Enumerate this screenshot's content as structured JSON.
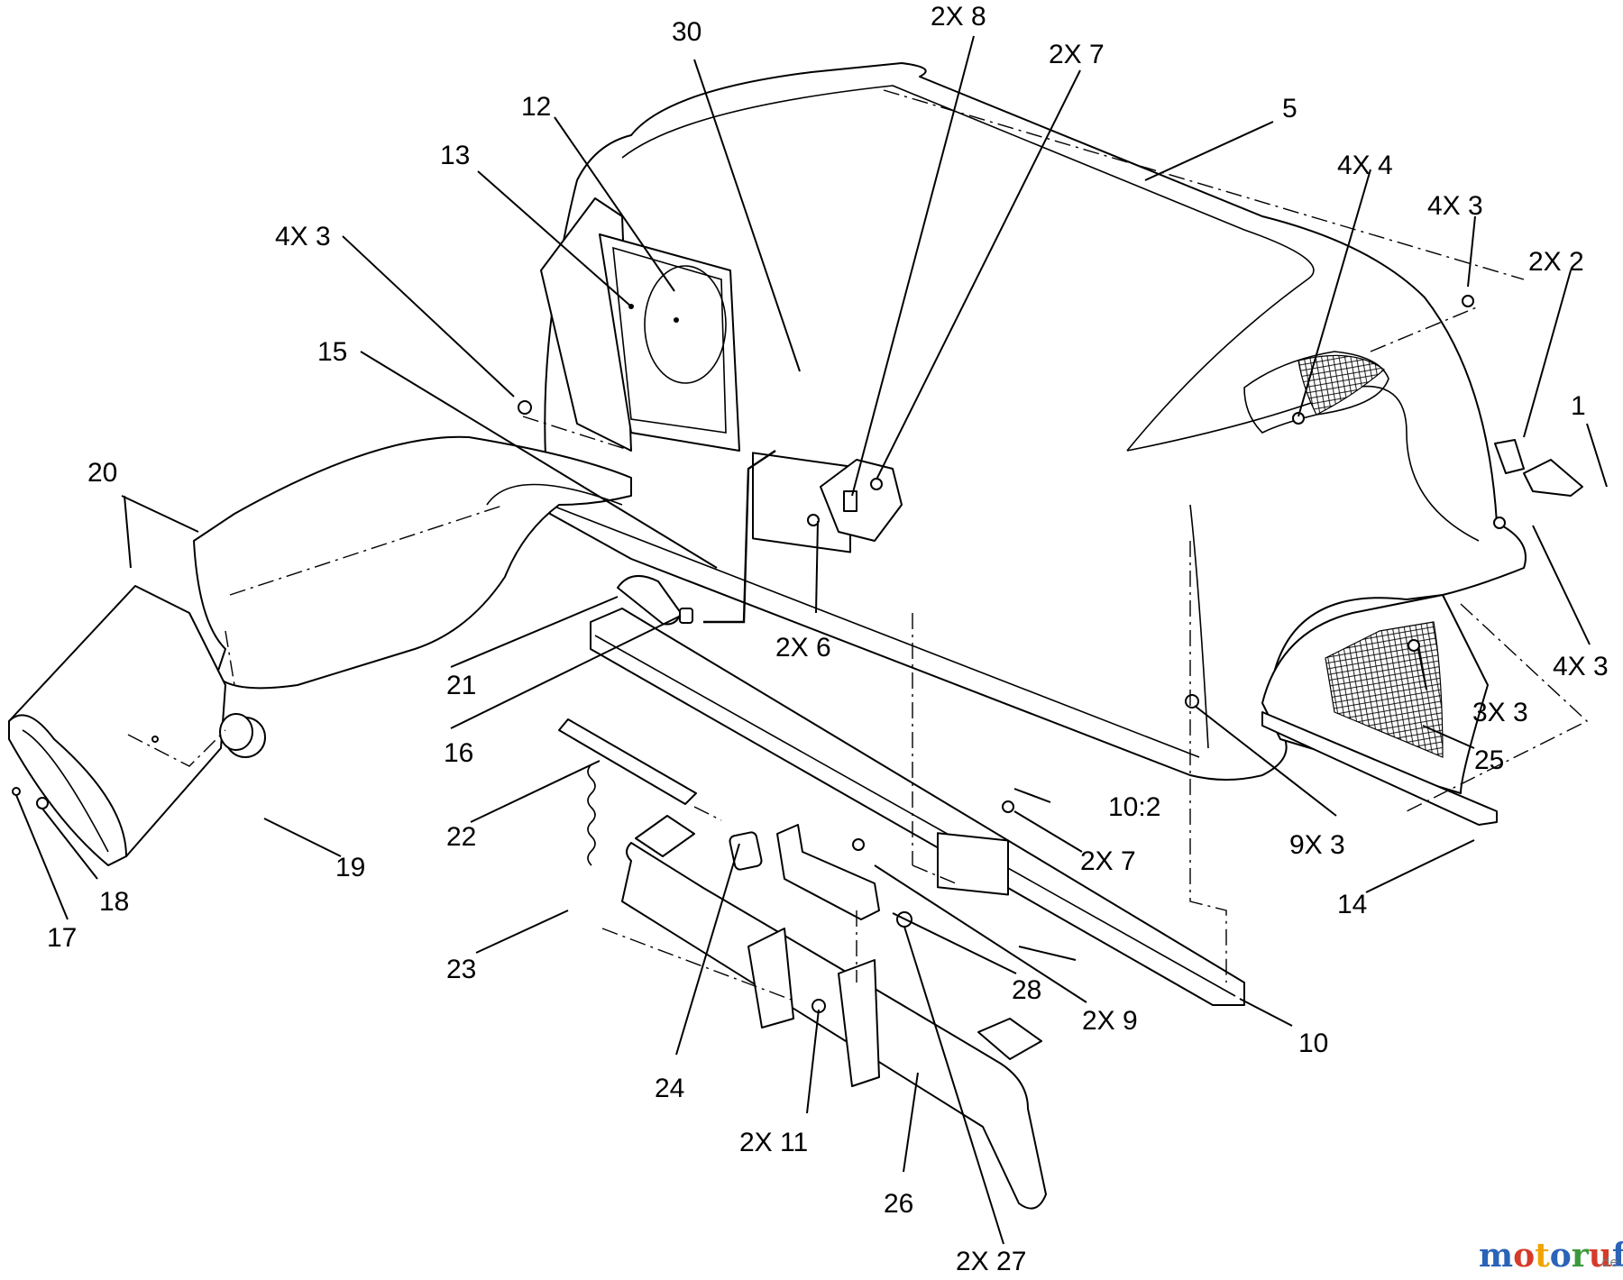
{
  "callouts": [
    {
      "id": "c1",
      "label": "1"
    },
    {
      "id": "c2",
      "label": "2X 2"
    },
    {
      "id": "c3a",
      "label": "4X 3"
    },
    {
      "id": "c3b",
      "label": "4X 3"
    },
    {
      "id": "c3c",
      "label": "4X 3"
    },
    {
      "id": "c3d",
      "label": "3X 3"
    },
    {
      "id": "c3e",
      "label": "9X 3"
    },
    {
      "id": "c4",
      "label": "4X 4"
    },
    {
      "id": "c5",
      "label": "5"
    },
    {
      "id": "c6",
      "label": "2X 6"
    },
    {
      "id": "c7a",
      "label": "2X 7"
    },
    {
      "id": "c7b",
      "label": "2X 7"
    },
    {
      "id": "c8",
      "label": "2X 8"
    },
    {
      "id": "c9",
      "label": "2X 9"
    },
    {
      "id": "c10",
      "label": "10"
    },
    {
      "id": "c102",
      "label": "10:2"
    },
    {
      "id": "c11",
      "label": "2X 11"
    },
    {
      "id": "c12",
      "label": "12"
    },
    {
      "id": "c13",
      "label": "13"
    },
    {
      "id": "c14",
      "label": "14"
    },
    {
      "id": "c15",
      "label": "15"
    },
    {
      "id": "c16",
      "label": "16"
    },
    {
      "id": "c17",
      "label": "17"
    },
    {
      "id": "c18",
      "label": "18"
    },
    {
      "id": "c19",
      "label": "19"
    },
    {
      "id": "c20",
      "label": "20"
    },
    {
      "id": "c21",
      "label": "21"
    },
    {
      "id": "c22",
      "label": "22"
    },
    {
      "id": "c23",
      "label": "23"
    },
    {
      "id": "c24",
      "label": "24"
    },
    {
      "id": "c25",
      "label": "25"
    },
    {
      "id": "c26",
      "label": "26"
    },
    {
      "id": "c27",
      "label": "2X 27"
    },
    {
      "id": "c28",
      "label": "28"
    },
    {
      "id": "c30",
      "label": "30"
    }
  ],
  "watermark": {
    "parts": [
      {
        "text": "m",
        "color": "#2b63b8"
      },
      {
        "text": "o",
        "color": "#d63a2a"
      },
      {
        "text": "t",
        "color": "#f0a400"
      },
      {
        "text": "o",
        "color": "#2b63b8"
      },
      {
        "text": "r",
        "color": "#3a9a3a"
      },
      {
        "text": "u",
        "color": "#d63a2a"
      },
      {
        "text": "f",
        "color": "#2b63b8"
      }
    ],
    "suffix": ".de"
  }
}
